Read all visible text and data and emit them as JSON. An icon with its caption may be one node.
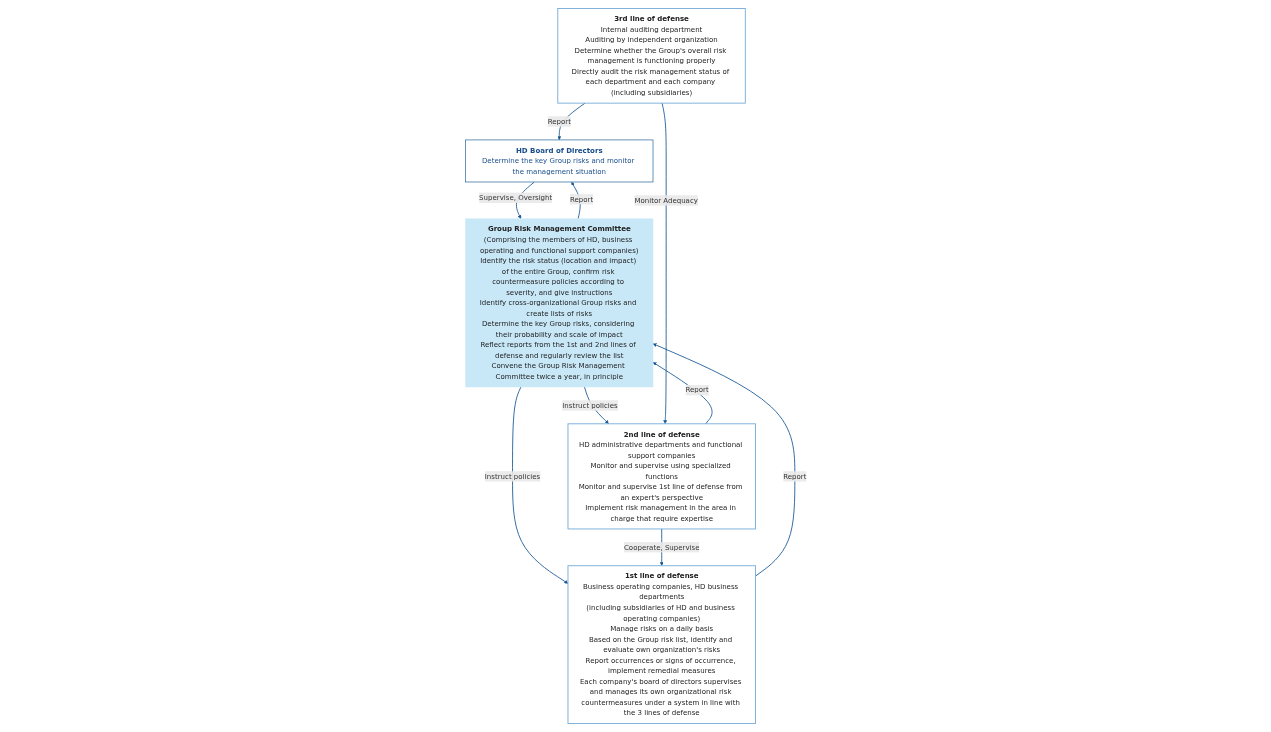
{
  "diagram": {
    "nodes": [
      {
        "text": [
          "HD Board of Directors",
          "Determine the key Group risks and monitor the management situation"
        ]
      },
      {
        "text": [
          "Group Risk Management Committee",
          "(Comprising the members of HD, business operating and functional support companies)",
          "Identify the risk status (location and impact) of the entire Group, confirm risk countermeasure policies according to severity, and give instructions",
          "Identify cross-organizational Group risks and create lists of risks",
          "Determine the key Group risks, considering their probability and scale of impact",
          "Reflect reports from the 1st and 2nd lines of defense and regularly review the list",
          "Convene the Group Risk Management Committee twice a year, in principle"
        ]
      },
      {
        "text": [
          "1st line of defense",
          "Business operating companies, HD business departments",
          "(including subsidiaries of HD and business operating companies)",
          "Manage risks on a daily basis",
          "Based on the Group risk list, identify and evaluate own organization's risks",
          "Report occurrences or signs of occurrence, implement remedial measures",
          "Each company's board of directors supervises and manages its own organizational risk countermeasures under a system in line with the 3 lines of defense"
        ]
      },
      {
        "text": [
          "2nd line of defense",
          "HD administrative departments and functional support companies",
          "Monitor and supervise using specialized functions",
          "Monitor and supervise 1st line of defense from an expert's perspective",
          "Implement risk management in the area in charge that require expertise"
        ]
      },
      {
        "text": [
          "3rd line of defense",
          "Internal auditing department",
          "Auditing by independent organization",
          "Determine whether the Group's overall risk management is functioning properly",
          "Directly audit the risk management status of each department and each company (including subsidiaries)"
        ]
      }
    ],
    "edges": [
      {
        "from": 0,
        "to": 1,
        "arrow": "to",
        "label": "Supervise, Oversight"
      },
      {
        "from": 1,
        "to": 0,
        "arrow": "to",
        "label": "Report"
      },
      {
        "from": 1,
        "to": 2,
        "arrow": "to",
        "label": "Instruct policies"
      },
      {
        "from": 2,
        "to": 1,
        "arrow": "to",
        "label": "Report"
      },
      {
        "from": 1,
        "to": 3,
        "arrow": "to",
        "label": "Instruct policies"
      },
      {
        "from": 3,
        "to": 1,
        "arrow": "to",
        "label": "Report"
      },
      {
        "from": 3,
        "to": 2,
        "arrow": "to",
        "label": "Cooperate, Supervise"
      },
      {
        "from": 4,
        "to": 3,
        "arrow": "to",
        "label": "Monitor Adequacy"
      },
      {
        "from": 4,
        "to": 0,
        "arrow": "to",
        "label": "Report"
      }
    ]
  }
}
